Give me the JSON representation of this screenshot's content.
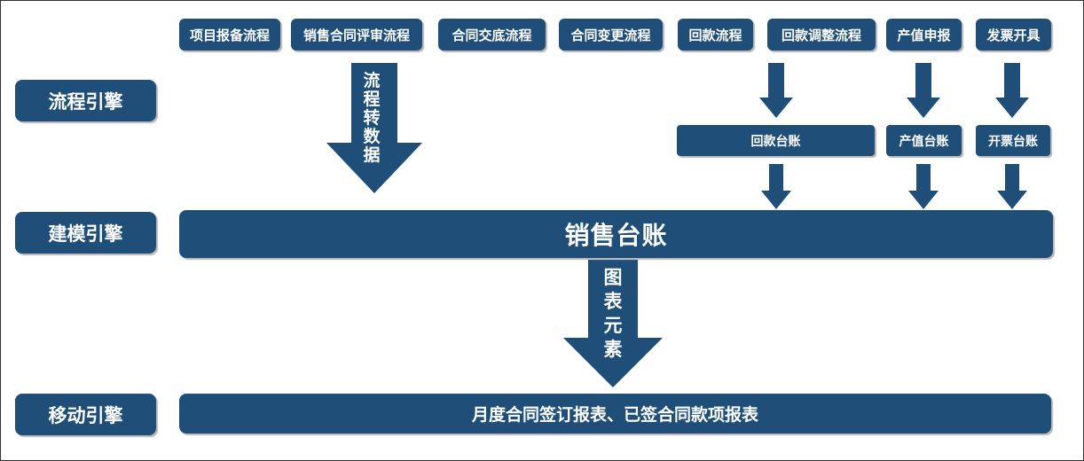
{
  "colors": {
    "primary": "#1f4e79",
    "shadow": "#aaaaaa",
    "background": "#ffffff"
  },
  "engines": {
    "process": "流程引擎",
    "modeling": "建模引擎",
    "mobile": "移动引擎"
  },
  "processes": [
    "项目报备流程",
    "销售合同评审流程",
    "合同交底流程",
    "合同变更流程",
    "回款流程",
    "回款调整流程",
    "产值申报",
    "发票开具"
  ],
  "ledgers": {
    "payment": "回款台账",
    "output_value": "产值台账",
    "invoice": "开票台账"
  },
  "sales_ledger": "销售台账",
  "flows": {
    "process_to_data": [
      "流",
      "程",
      "转",
      "数",
      "据"
    ],
    "chart_elements": [
      "图",
      "表",
      "元",
      "素"
    ]
  },
  "mobile_report": "月度合同签订报表、已签合同款项报表"
}
